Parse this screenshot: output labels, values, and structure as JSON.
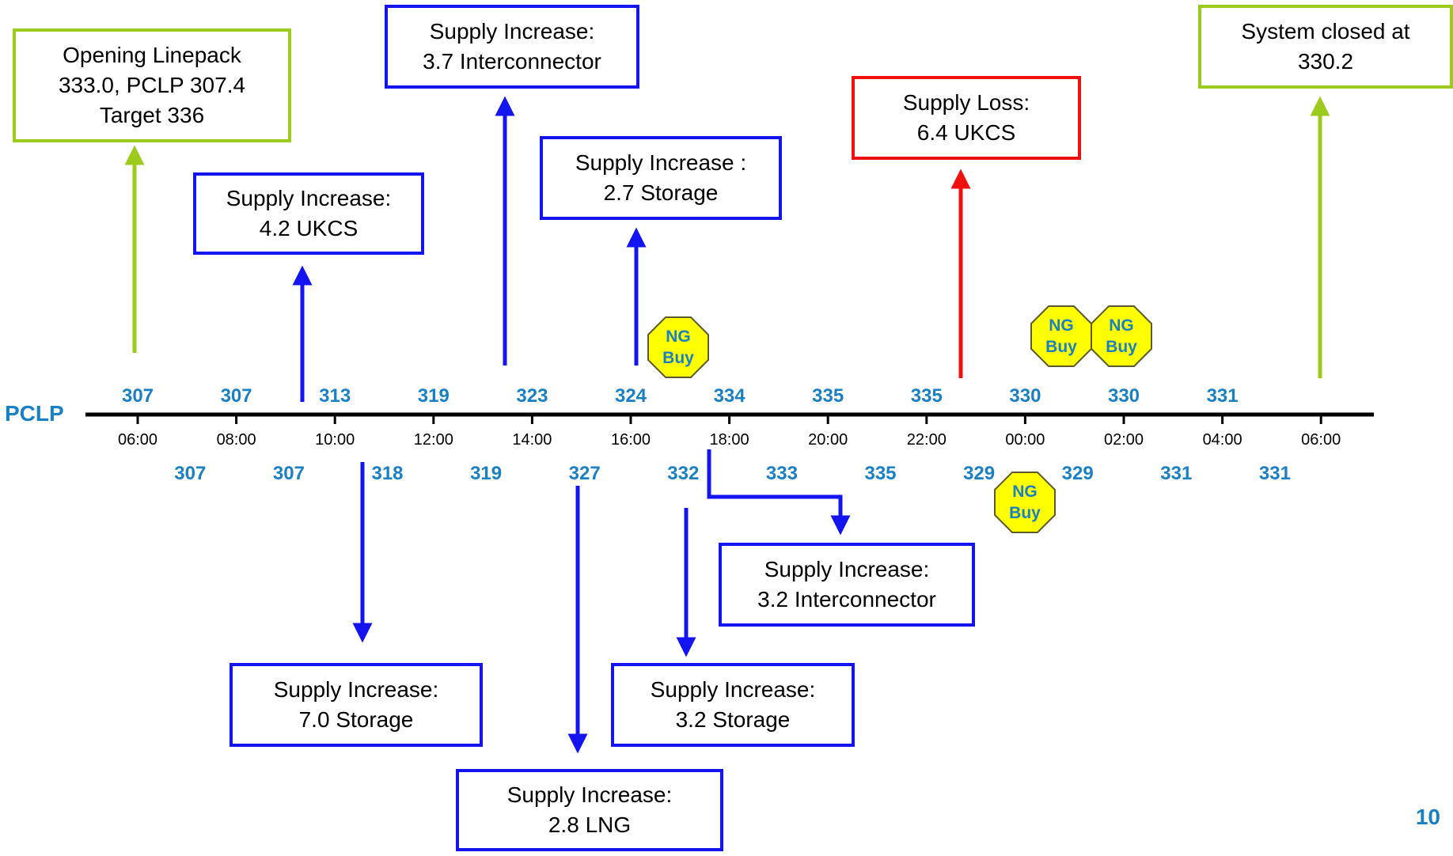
{
  "axis": {
    "label": "PCLP",
    "times": [
      "06:00",
      "08:00",
      "10:00",
      "12:00",
      "14:00",
      "16:00",
      "18:00",
      "20:00",
      "22:00",
      "00:00",
      "02:00",
      "04:00",
      "06:00"
    ],
    "values_above": [
      "307",
      "307",
      "313",
      "319",
      "323",
      "324",
      "334",
      "335",
      "335",
      "330",
      "330",
      "331"
    ],
    "values_below": [
      "307",
      "307",
      "318",
      "319",
      "327",
      "332",
      "333",
      "335",
      "329",
      "329",
      "331",
      "331"
    ]
  },
  "events": [
    {
      "id": "opening",
      "type": "green",
      "lines": [
        "Opening Linepack",
        "333.0, PCLP 307.4",
        "Target 336"
      ]
    },
    {
      "id": "supply-ukcs-4-2",
      "type": "blue",
      "lines": [
        "Supply Increase:",
        "4.2 UKCS"
      ]
    },
    {
      "id": "supply-interconnector-3-7",
      "type": "blue",
      "lines": [
        "Supply Increase:",
        "3.7 Interconnector"
      ]
    },
    {
      "id": "supply-storage-2-7",
      "type": "blue",
      "lines": [
        "Supply Increase :",
        "2.7 Storage"
      ]
    },
    {
      "id": "supply-loss-ukcs-6-4",
      "type": "red",
      "lines": [
        "Supply Loss:",
        "6.4 UKCS"
      ]
    },
    {
      "id": "system-closed",
      "type": "green",
      "lines": [
        "System closed at",
        "330.2"
      ]
    },
    {
      "id": "supply-storage-7-0",
      "type": "blue",
      "lines": [
        "Supply Increase:",
        "7.0 Storage"
      ]
    },
    {
      "id": "supply-lng-2-8",
      "type": "blue",
      "lines": [
        "Supply Increase:",
        "2.8 LNG"
      ]
    },
    {
      "id": "supply-storage-3-2",
      "type": "blue",
      "lines": [
        "Supply Increase:",
        "3.2 Storage"
      ]
    },
    {
      "id": "supply-interconnector-3-2",
      "type": "blue",
      "lines": [
        "Supply Increase:",
        "3.2  Interconnector"
      ]
    }
  ],
  "ng_buy": {
    "line1": "NG",
    "line2": "Buy",
    "count": 4
  },
  "page_number": "10",
  "colors": {
    "blue": "#1414f0",
    "green": "#9ccb1e",
    "red": "#f01010",
    "value_text": "#1a80c4",
    "ng_fill": "#ffff00"
  }
}
